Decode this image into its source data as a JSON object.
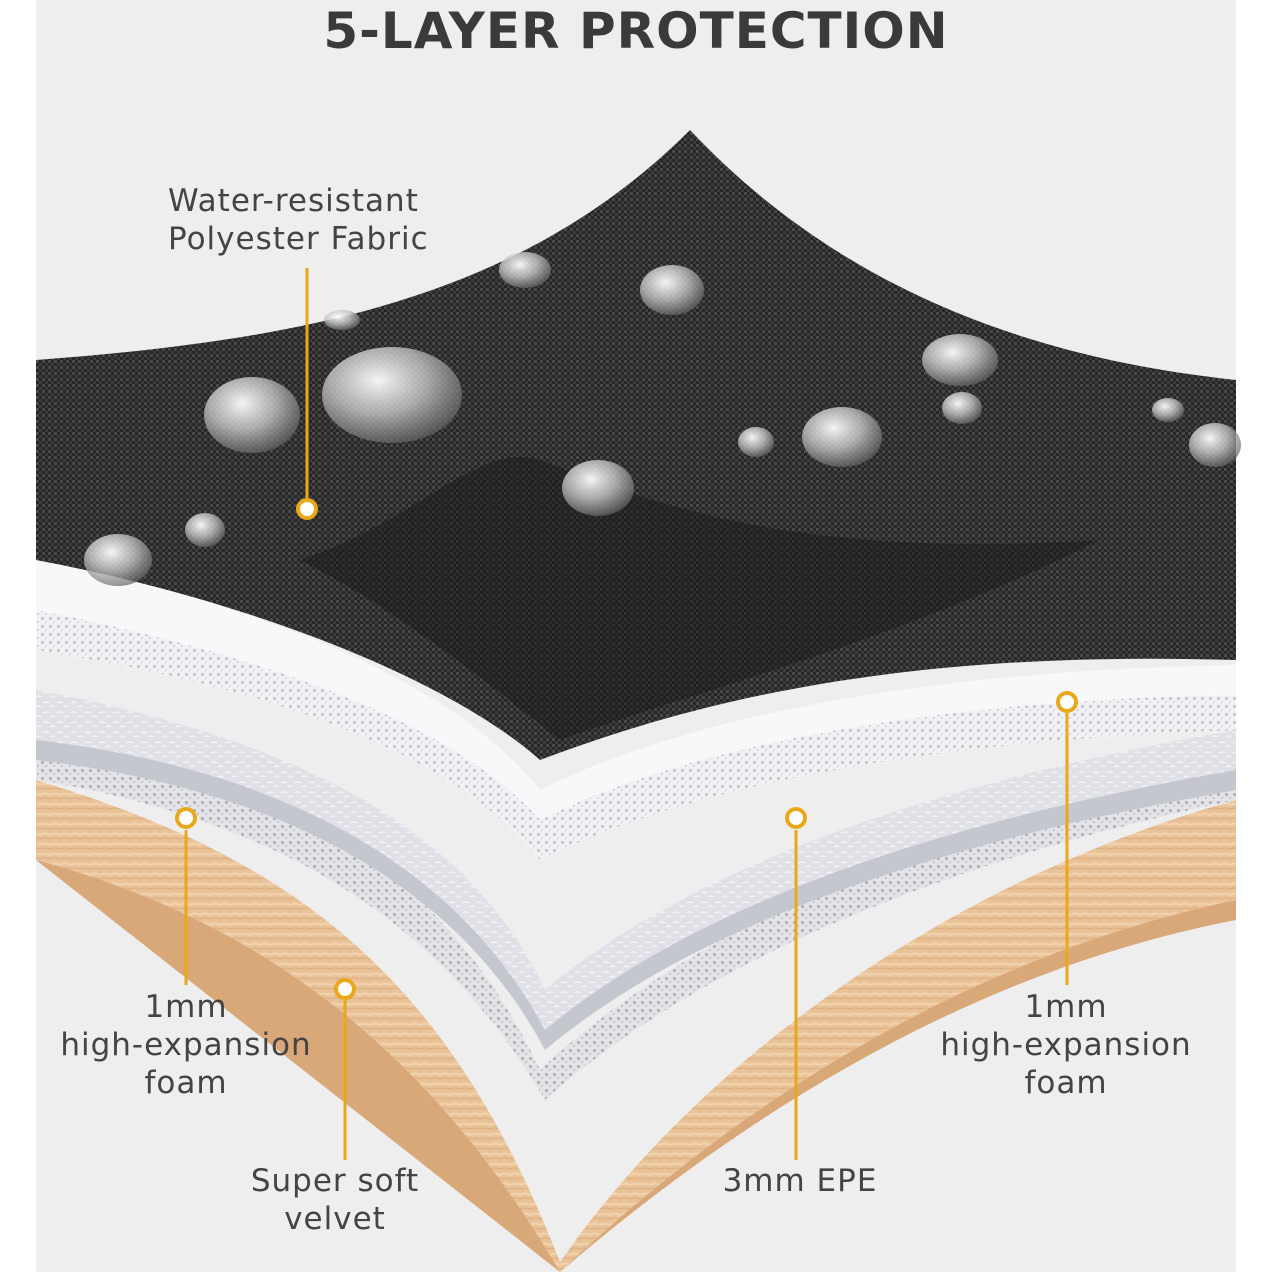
{
  "title": "5-LAYER PROTECTION",
  "accent_color": "#e8a81a",
  "layers": {
    "fabric": {
      "line1": "Water-resistant",
      "line2": "Polyester Fabric"
    },
    "foam_left": {
      "line1": "1mm",
      "line2": "high-expansion",
      "line3": "foam"
    },
    "foam_right": {
      "line1": "1mm",
      "line2": "high-expansion",
      "line3": "foam"
    },
    "velvet": {
      "line1": "Super soft",
      "line2": "velvet"
    },
    "epe": {
      "line1": "3mm EPE"
    }
  }
}
